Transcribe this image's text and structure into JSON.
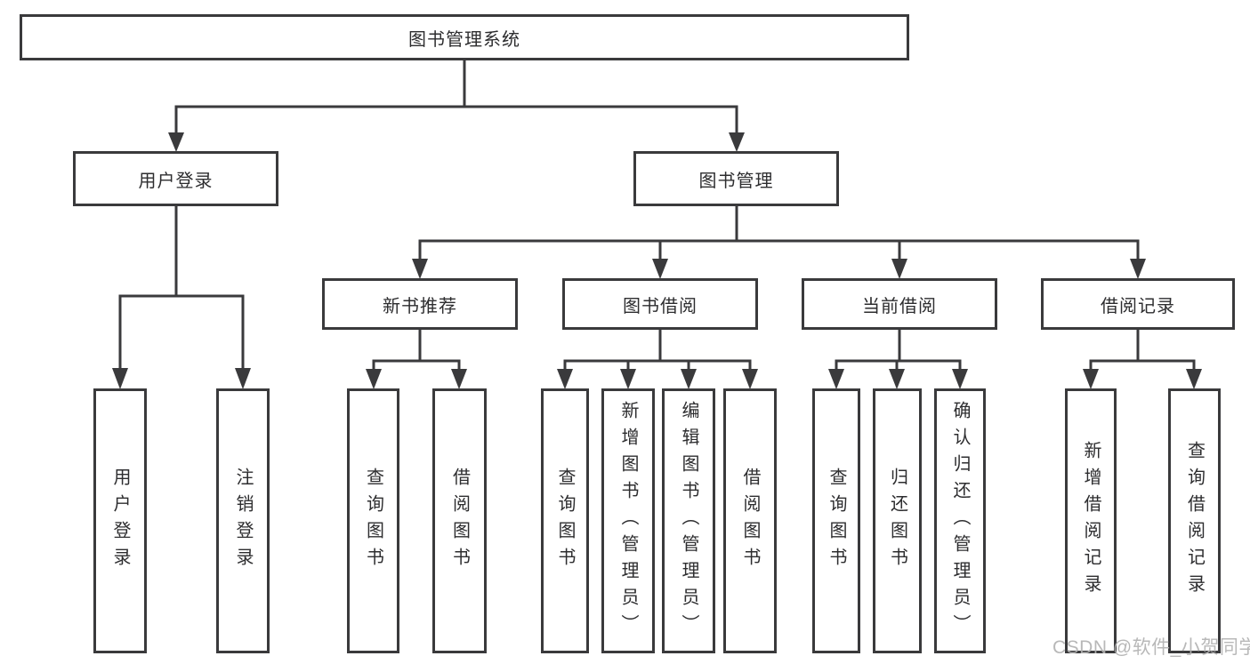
{
  "tree": {
    "label": "图书管理系统",
    "children": [
      {
        "label": "用户登录",
        "children": [
          {
            "label": "用户登录"
          },
          {
            "label": "注销登录"
          }
        ]
      },
      {
        "label": "图书管理",
        "children": [
          {
            "label": "新书推荐",
            "children": [
              {
                "label": "查询图书"
              },
              {
                "label": "借阅图书"
              }
            ]
          },
          {
            "label": "图书借阅",
            "children": [
              {
                "label": "查询图书"
              },
              {
                "label": "新增图书（管理员）"
              },
              {
                "label": "编辑图书（管理员）"
              },
              {
                "label": "借阅图书"
              }
            ]
          },
          {
            "label": "当前借阅",
            "children": [
              {
                "label": "查询图书"
              },
              {
                "label": "归还图书"
              },
              {
                "label": "确认归还（管理员）"
              }
            ]
          },
          {
            "label": "借阅记录",
            "children": [
              {
                "label": "新增借阅记录"
              },
              {
                "label": "查询借阅记录"
              }
            ]
          }
        ]
      }
    ]
  },
  "watermark": {
    "text": "CSDN @软件_小贺同学"
  },
  "colors": {
    "line": "#3a3a3c",
    "box_border": "#3a3a3c",
    "text": "#2d2d2f",
    "background": "#ffffff",
    "watermark": "#b2b2b2"
  }
}
